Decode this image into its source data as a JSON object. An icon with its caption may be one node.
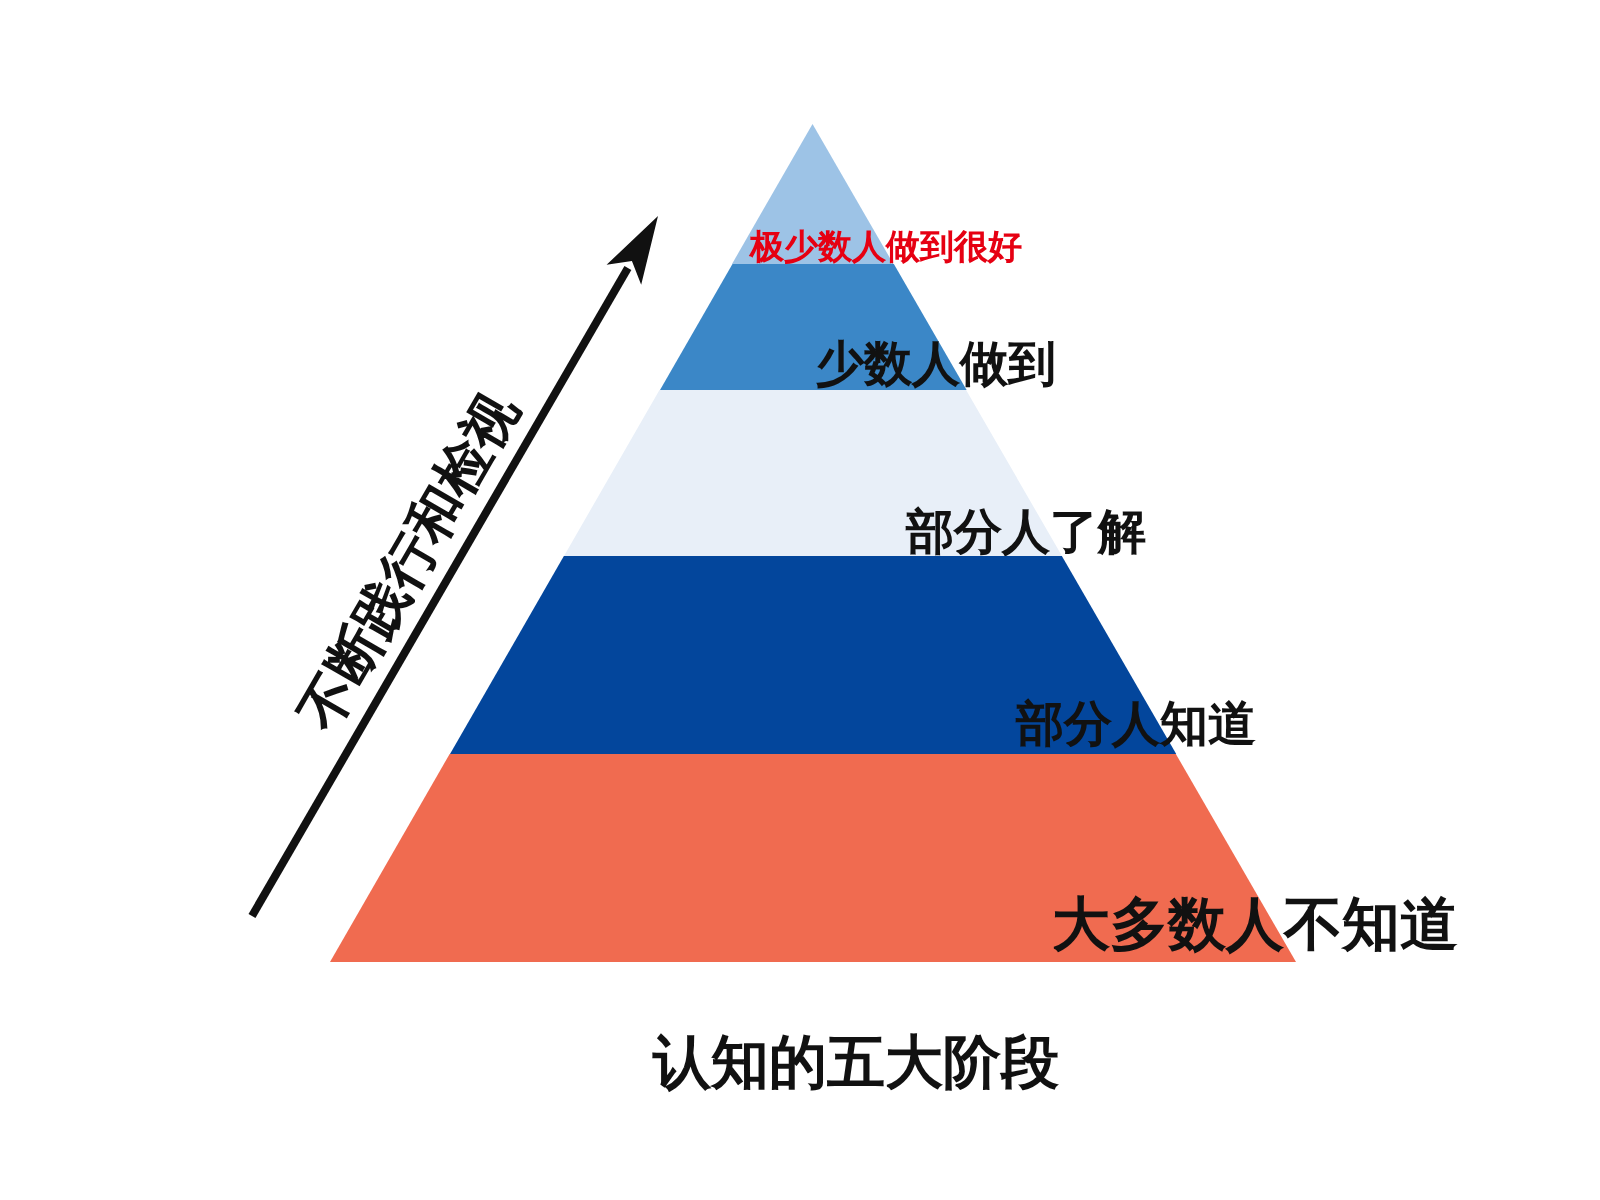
{
  "diagram": {
    "caption": "认知的五大阶段",
    "nodes": [
      {
        "text": [
          "极少数人做到很好"
        ]
      },
      {
        "text": [
          "少数人做到"
        ]
      },
      {
        "text": [
          "部分人了解"
        ]
      },
      {
        "text": [
          "部分人知道"
        ]
      },
      {
        "text": [
          "大多数人不知道"
        ]
      }
    ],
    "labels": [
      "不断践行和检视"
    ]
  }
}
